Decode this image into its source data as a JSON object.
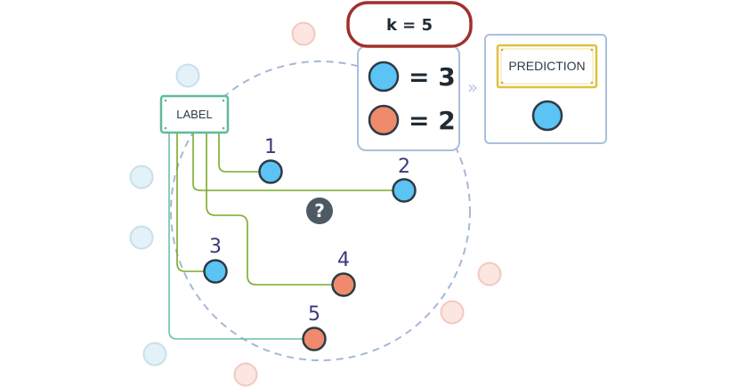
{
  "header": {
    "k_label": "k = 5"
  },
  "label_box": {
    "text": "LABEL"
  },
  "query": {
    "symbol": "?"
  },
  "neighbors": [
    {
      "number": "1",
      "class": "blue"
    },
    {
      "number": "2",
      "class": "blue"
    },
    {
      "number": "3",
      "class": "blue"
    },
    {
      "number": "4",
      "class": "orange"
    },
    {
      "number": "5",
      "class": "orange"
    }
  ],
  "counts": {
    "blue": "= 3",
    "orange": "= 2"
  },
  "prediction": {
    "title": "PREDICTION",
    "class": "blue"
  },
  "arrow": {
    "glyph": "»"
  },
  "colors": {
    "blue": "#5cc3f5",
    "orange": "#f08a6c",
    "faded_blue": "#e3f1f8",
    "faded_orange": "#fbe6e1",
    "green_line": "#7aaa2a",
    "teal_line": "#6cc3a3",
    "dashed_circle": "#a5b8d4",
    "label_border": "#5fb99a",
    "k_border": "#a0302c",
    "prediction_border": "#e0c040",
    "panel_border": "#a9c0d9"
  }
}
